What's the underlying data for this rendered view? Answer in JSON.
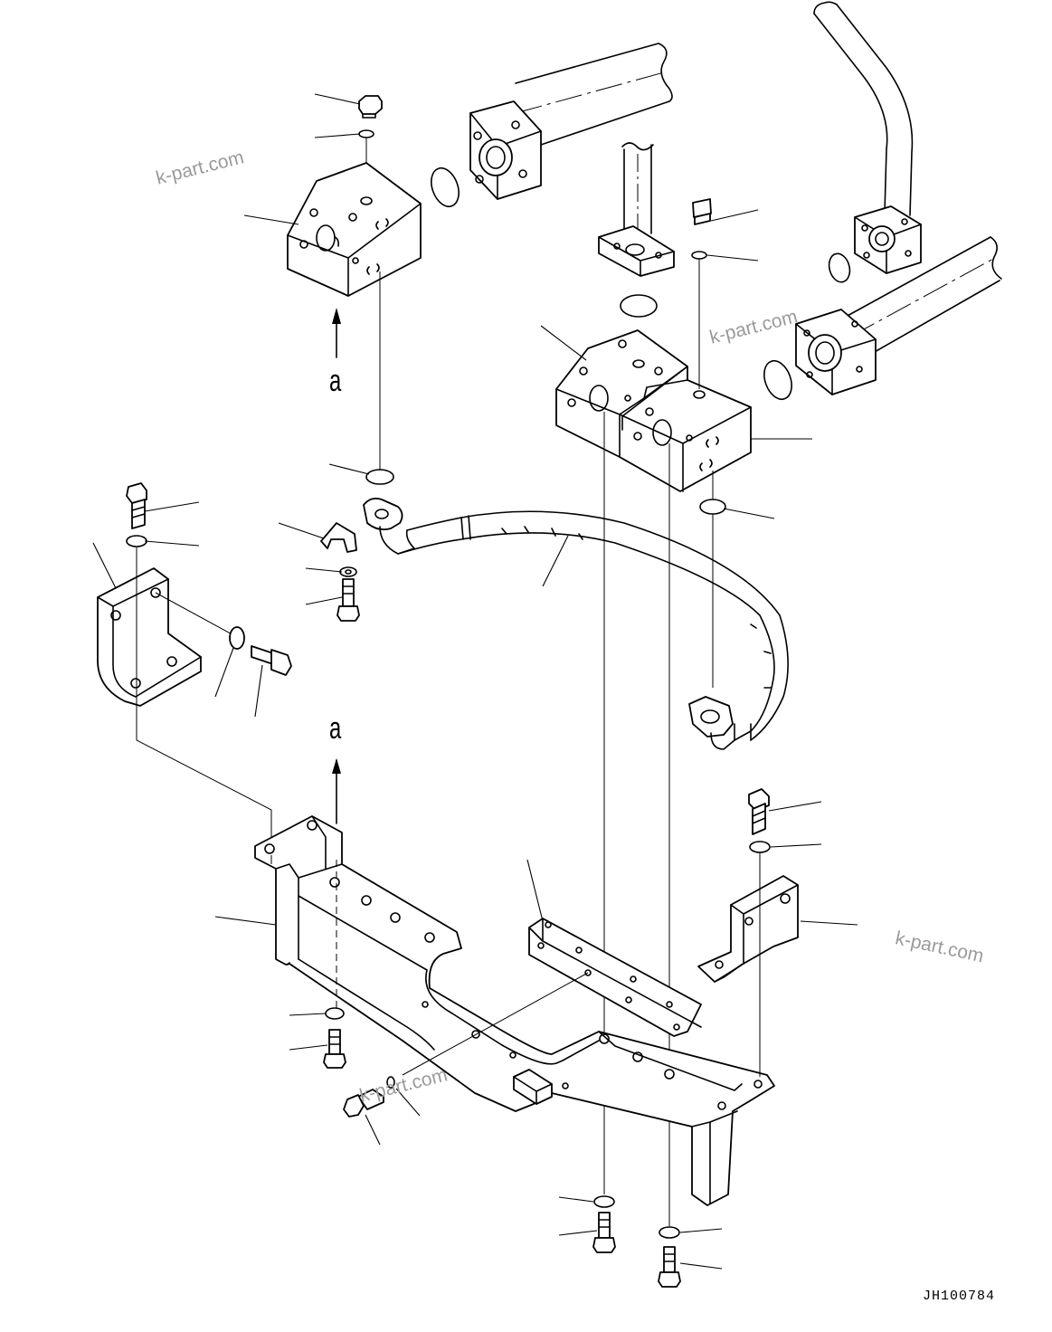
{
  "drawing_code": "JH100784",
  "view_labels": {
    "upper": "a",
    "lower": "a"
  },
  "watermarks": [
    "k-part.com",
    "k-part.com",
    "k-part.com",
    "k-part.com"
  ]
}
